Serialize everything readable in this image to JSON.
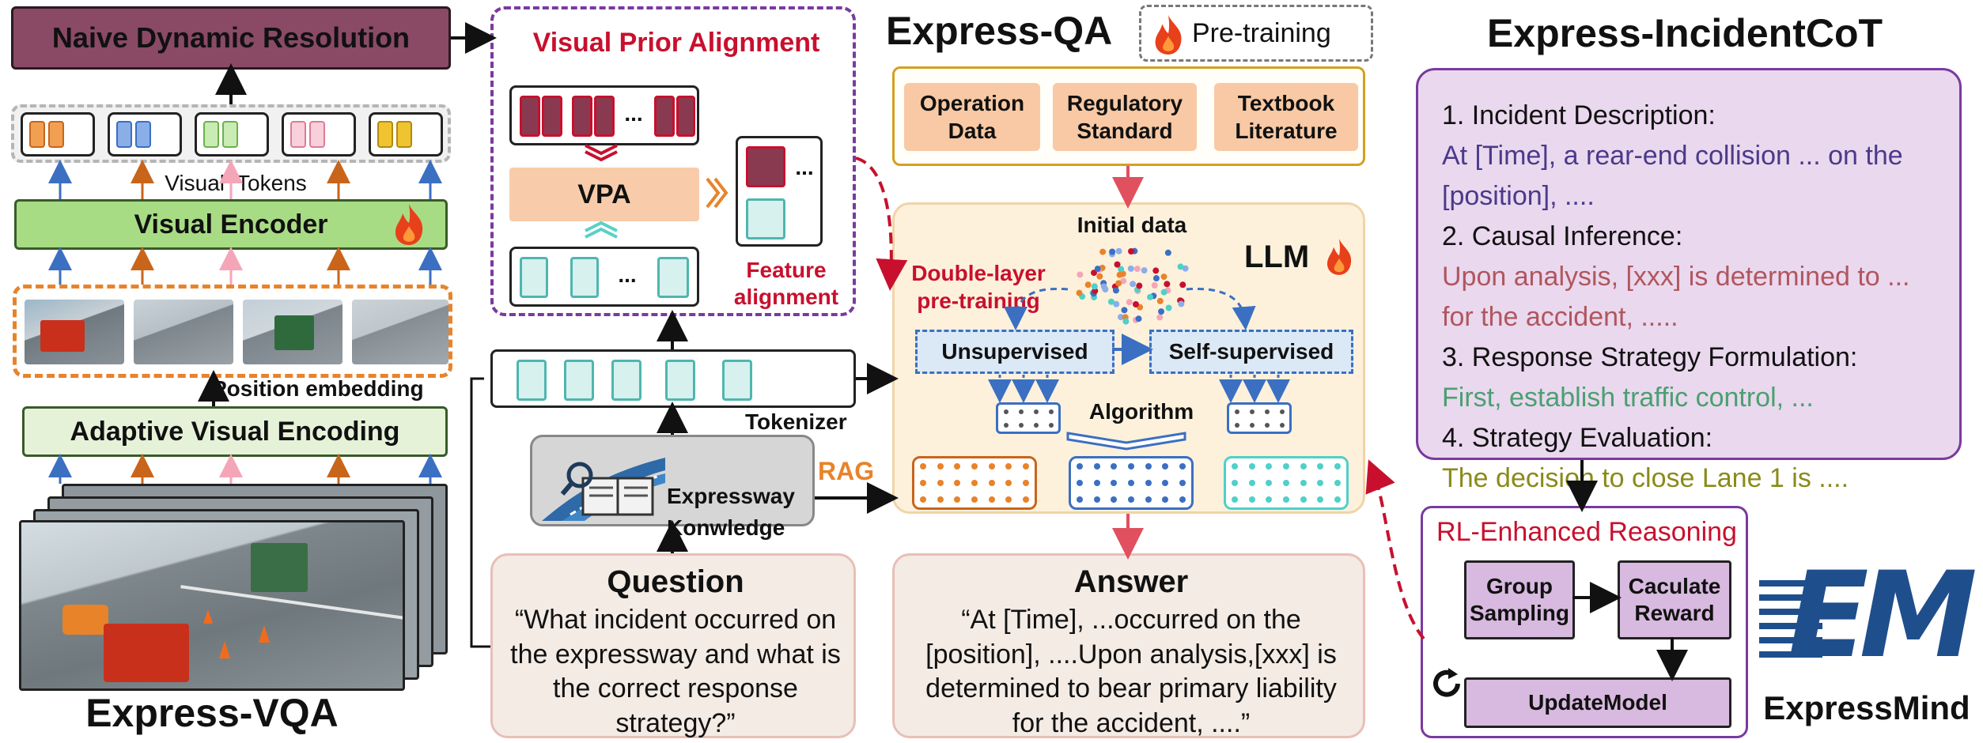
{
  "left": {
    "ndr_label": "Naive Dynamic Resolution",
    "visual_tokens_label": "Visual  Tokens",
    "visual_encoder_label": "Visual Encoder",
    "position_embedding_label": "Position embedding",
    "adaptive_label": "Adaptive Visual Encoding",
    "title": "Express-VQA",
    "token_colors": [
      "#f0a050",
      "#8aaee8",
      "#b8e2a0",
      "#f4b8c8",
      "#f0c430"
    ],
    "arrow_colors": [
      "#3b6fc2",
      "#c8651b",
      "#f4a6b8",
      "#c8651b",
      "#3b6fc2"
    ]
  },
  "vpa": {
    "title": "Visual Prior Alignment",
    "bar_label": "VPA",
    "ellipsis": "...",
    "feature_label": "Feature\nalignment"
  },
  "middle": {
    "tokenizer_label": "Tokenizer",
    "kb_label": "Expressway\nKonwledge",
    "rag_label": "RAG",
    "question_title": "Question",
    "question_text": "“What incident occurred on the expressway and what is the correct response strategy?”",
    "answer_title": "Answer",
    "answer_text": "“At [Time],  ...occurred on the [position], ....Upon analysis,[xxx] is determined to bear primary liability for the accident, ....”"
  },
  "qa": {
    "title": "Express-QA",
    "pretraining_label": "Pre-training",
    "sources": [
      "Operation\nData",
      "Regulatory\nStandard",
      "Textbook\nLiterature"
    ],
    "initial_data_label": "Initial data",
    "llm_label": "LLM",
    "double_layer_label": "Double-layer\npre-training",
    "unsupervised_label": "Unsupervised",
    "self_supervised_label": "Self-supervised",
    "algorithm_label": "Algorithm"
  },
  "cot": {
    "title": "Express-IncidentCoT",
    "items": [
      {
        "heading": "1. Incident Description:",
        "text": "At [Time], a rear-end collision  ... on the [position], ....",
        "color": "#4a3a8a"
      },
      {
        "heading": "2. Causal Inference:",
        "text": "Upon analysis, [xxx] is determined to ... for the accident, .....",
        "color": "#b0565e"
      },
      {
        "heading": "3. Response Strategy Formulation:",
        "text": "First, establish traffic control, ...",
        "color": "#4aa070"
      },
      {
        "heading": "4. Strategy Evaluation:",
        "text": "The decision to close Lane 1 is ....",
        "color": "#8a8a1a"
      }
    ]
  },
  "rl": {
    "title": "RL-Enhanced Reasoning",
    "group_label": "Group\nSampling",
    "reward_label": "Caculate\nReward",
    "update_label": "UpdateModel"
  },
  "logo": {
    "name": "ExpressMind",
    "glyph": "EM"
  },
  "colors": {
    "accent_red": "#c8102e",
    "purple": "#7a3aa0",
    "blue": "#3b6fc2",
    "orange": "#e8832a"
  }
}
